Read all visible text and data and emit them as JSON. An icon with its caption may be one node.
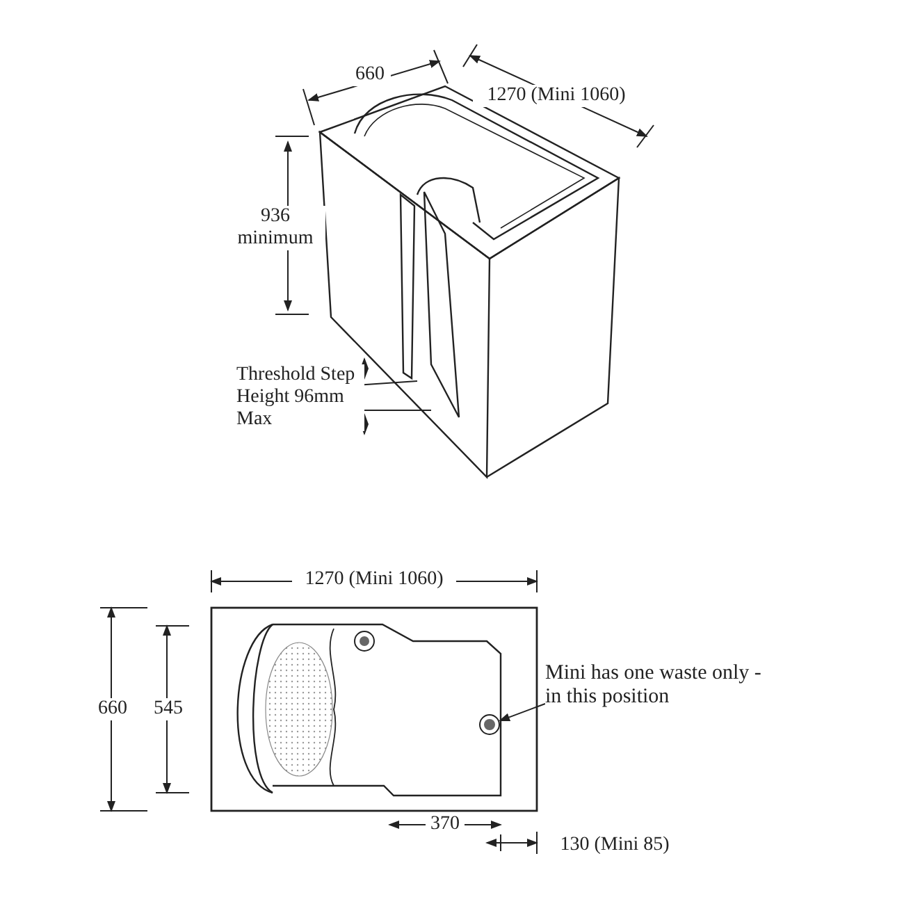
{
  "diagram": {
    "nodes": [
      {
        "text": [
          "Mini has one waste only - in this position"
        ]
      },
      {
        "text": [],
        "shape": "circle"
      }
    ],
    "edges": [
      {
        "from": 0,
        "to": 1,
        "arrow": "to"
      }
    ],
    "labels": [
      "660",
      "1270 (Mini 1060)",
      "936 minimum",
      "Threshold Step Height 96mm Max",
      "1270 (Mini 1060)",
      "660",
      "545",
      "370",
      "130 (Mini 85)"
    ]
  }
}
